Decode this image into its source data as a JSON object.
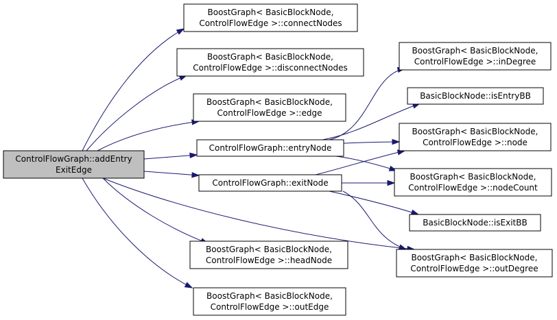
{
  "graph": {
    "colors": {
      "edge": "#191970",
      "root_fill": "#bfbfbf",
      "node_fill": "#ffffff",
      "border": "#000000"
    },
    "nodes": [
      {
        "id": "root",
        "lines": [
          "ControlFlowGraph::addEntry",
          "ExitEdge"
        ]
      },
      {
        "id": "connectNodes",
        "lines": [
          "BoostGraph< BasicBlockNode,",
          "ControlFlowEdge >::connectNodes"
        ]
      },
      {
        "id": "disconnectNodes",
        "lines": [
          "BoostGraph< BasicBlockNode,",
          "ControlFlowEdge >::disconnectNodes"
        ]
      },
      {
        "id": "edge",
        "lines": [
          "BoostGraph< BasicBlockNode,",
          "ControlFlowEdge >::edge"
        ]
      },
      {
        "id": "entryNode",
        "lines": [
          "ControlFlowGraph::entryNode"
        ]
      },
      {
        "id": "exitNode",
        "lines": [
          "ControlFlowGraph::exitNode"
        ]
      },
      {
        "id": "headNode",
        "lines": [
          "BoostGraph< BasicBlockNode,",
          "ControlFlowEdge >::headNode"
        ]
      },
      {
        "id": "outEdge",
        "lines": [
          "BoostGraph< BasicBlockNode,",
          "ControlFlowEdge >::outEdge"
        ]
      },
      {
        "id": "inDegree",
        "lines": [
          "BoostGraph< BasicBlockNode,",
          "ControlFlowEdge >::inDegree"
        ]
      },
      {
        "id": "isEntryBB",
        "lines": [
          "BasicBlockNode::isEntryBB"
        ]
      },
      {
        "id": "node",
        "lines": [
          "BoostGraph< BasicBlockNode,",
          "ControlFlowEdge >::node"
        ]
      },
      {
        "id": "nodeCount",
        "lines": [
          "BoostGraph< BasicBlockNode,",
          "ControlFlowEdge >::nodeCount"
        ]
      },
      {
        "id": "isExitBB",
        "lines": [
          "BasicBlockNode::isExitBB"
        ]
      },
      {
        "id": "outDegree",
        "lines": [
          "BoostGraph< BasicBlockNode,",
          "ControlFlowEdge >::outDegree"
        ]
      }
    ],
    "edges": [
      [
        "root",
        "connectNodes"
      ],
      [
        "root",
        "disconnectNodes"
      ],
      [
        "root",
        "edge"
      ],
      [
        "root",
        "entryNode"
      ],
      [
        "root",
        "exitNode"
      ],
      [
        "root",
        "headNode"
      ],
      [
        "root",
        "outEdge"
      ],
      [
        "root",
        "outDegree"
      ],
      [
        "entryNode",
        "inDegree"
      ],
      [
        "entryNode",
        "isEntryBB"
      ],
      [
        "entryNode",
        "node"
      ],
      [
        "entryNode",
        "nodeCount"
      ],
      [
        "exitNode",
        "node"
      ],
      [
        "exitNode",
        "nodeCount"
      ],
      [
        "exitNode",
        "isExitBB"
      ],
      [
        "exitNode",
        "outDegree"
      ]
    ]
  }
}
